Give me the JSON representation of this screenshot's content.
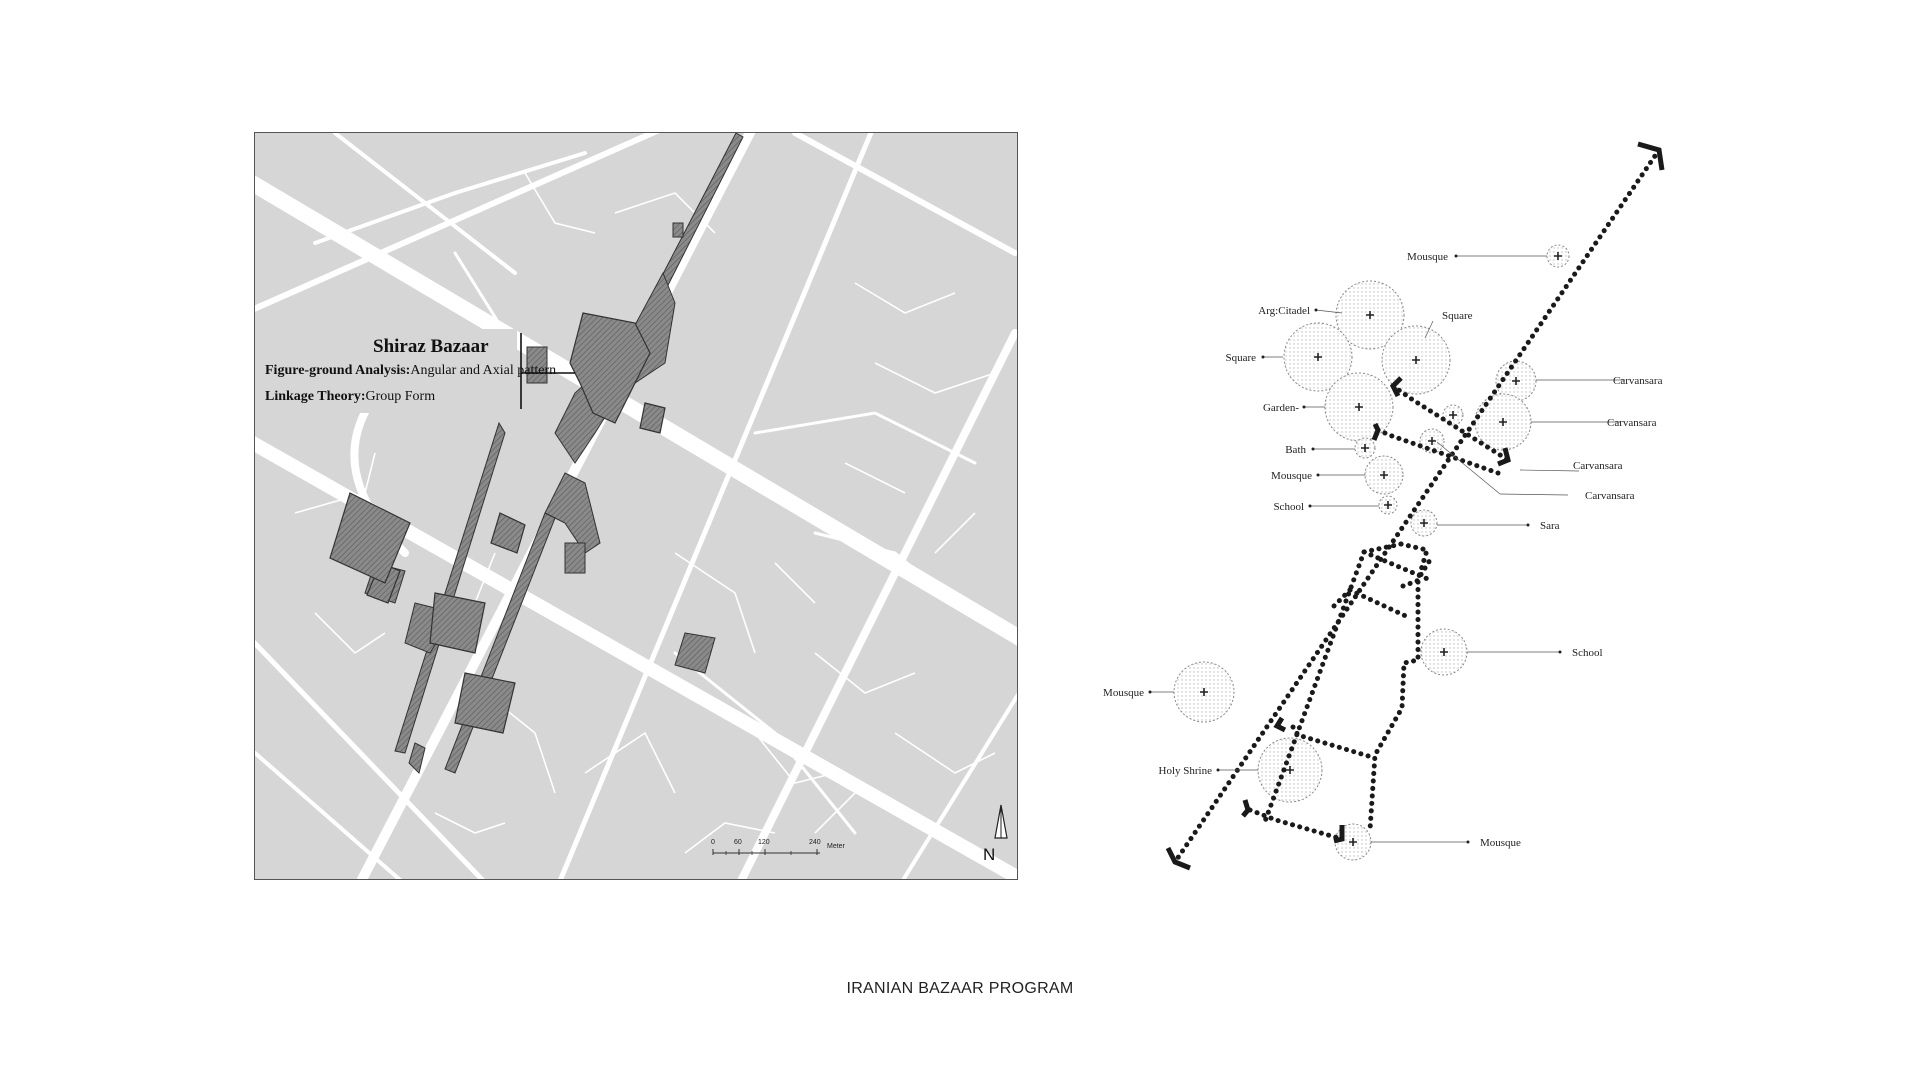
{
  "map": {
    "title": "Shiraz Bazaar",
    "line1_label": "Figure-ground Analysis:",
    "line1_value": "Angular and Axial pattern",
    "line2_label": "Linkage Theory:",
    "line2_value": "Group Form",
    "scale_ticks": [
      "0",
      "60",
      "120",
      "240"
    ],
    "scale_unit": "Meter",
    "north": "N"
  },
  "diagram": {
    "labels": [
      {
        "id": "mosque-top",
        "text": "Mousque"
      },
      {
        "id": "arg-citadel",
        "text": "Arg:Citadel"
      },
      {
        "id": "square-1",
        "text": "Square"
      },
      {
        "id": "square-2",
        "text": "Square"
      },
      {
        "id": "carvansara-1",
        "text": "Carvansara"
      },
      {
        "id": "carvansara-2",
        "text": "Carvansara"
      },
      {
        "id": "garden",
        "text": "Garden-"
      },
      {
        "id": "bath",
        "text": "Bath"
      },
      {
        "id": "carvansara-3",
        "text": "Carvansara"
      },
      {
        "id": "mosque-mid",
        "text": "Mousque"
      },
      {
        "id": "carvansara-4",
        "text": "Carvansara"
      },
      {
        "id": "school-1",
        "text": "School"
      },
      {
        "id": "sara",
        "text": "Sara"
      },
      {
        "id": "school-2",
        "text": "School"
      },
      {
        "id": "mosque-left",
        "text": "Mousque"
      },
      {
        "id": "holy-shrine",
        "text": "Holy Shrine"
      },
      {
        "id": "mosque-bottom",
        "text": "Mousque"
      }
    ]
  },
  "caption": "IRANIAN BAZAAR PROGRAM"
}
